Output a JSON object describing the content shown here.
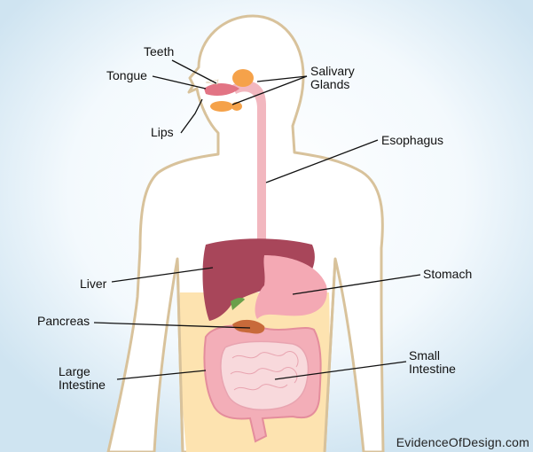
{
  "labels": {
    "teeth": "Teeth",
    "tongue": "Tongue",
    "lips": "Lips",
    "salivary_glands": "Salivary\nGlands",
    "esophagus": "Esophagus",
    "liver": "Liver",
    "stomach": "Stomach",
    "pancreas": "Pancreas",
    "large_intestine": "Large\nIntestine",
    "small_intestine": "Small\nIntestine"
  },
  "watermark": "EvidenceOfDesign.com",
  "colors": {
    "background_center": "#ffffff",
    "background_edge": "#cfe4f1",
    "body_outline": "#d8c29b",
    "abdomen_fill": "#fde3b0",
    "liver": "#a8465a",
    "stomach": "#f4a9b4",
    "esophagus": "#f2b7bf",
    "intestine": "#f3aeb8",
    "salivary_glands": "#f5a24a",
    "pancreas": "#c86a3a",
    "gallbladder": "#6aa04a"
  }
}
